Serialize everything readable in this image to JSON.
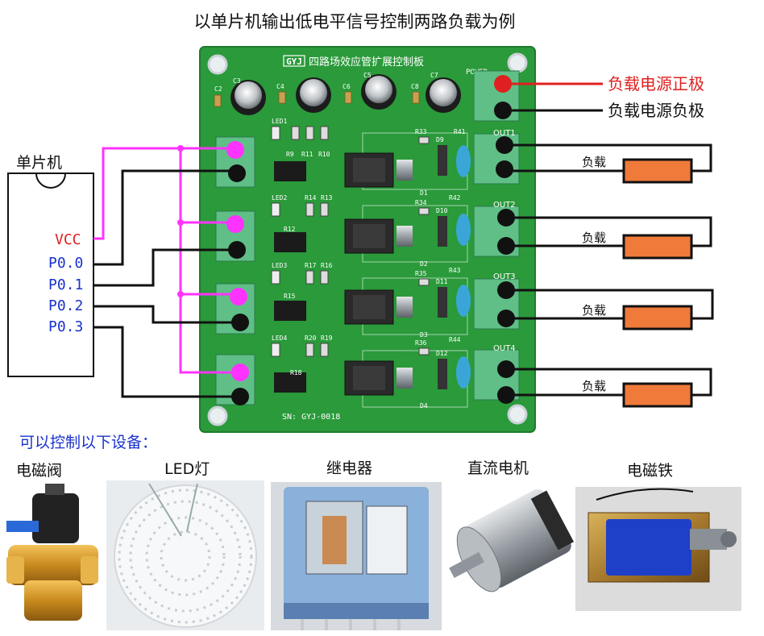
{
  "title": "以单片机输出低电平信号控制两路负载为例",
  "board": {
    "name": "四路场效应管扩展控制板",
    "brand": "GYJ",
    "serial": "SN: GYJ-0018",
    "power_label": "POWER",
    "outputs": [
      "OUT1",
      "OUT2",
      "OUT3",
      "OUT4"
    ],
    "components": {
      "caps": [
        "C2",
        "C3",
        "C4",
        "C5",
        "C6",
        "C7",
        "C8"
      ],
      "leds": [
        "LED1",
        "LED2",
        "LED3",
        "LED4"
      ],
      "resistors_row1": [
        "R9",
        "R11",
        "R10"
      ],
      "resistors_row2": [
        "R14",
        "R13"
      ],
      "resistors_row3": [
        "R17",
        "R16"
      ],
      "resistors_row4": [
        "R20",
        "R19"
      ],
      "opto_res": [
        "R12",
        "R15",
        "R18"
      ],
      "side_res": [
        "R33",
        "R41",
        "R34",
        "R42",
        "R35",
        "R43",
        "R36",
        "R44"
      ],
      "diodes": [
        "D9",
        "D10",
        "D11",
        "D12",
        "D1",
        "D2",
        "D3",
        "D4"
      ]
    }
  },
  "mcu": {
    "label": "单片机",
    "pins": [
      "VCC",
      "P0.0",
      "P0.1",
      "P0.2",
      "P0.3"
    ]
  },
  "power": {
    "positive": "负载电源正极",
    "negative": "负载电源负极"
  },
  "load_label": "负载",
  "devices_heading": "可以控制以下设备：",
  "devices": [
    "电磁阀",
    "LED灯",
    "继电器",
    "直流电机",
    "电磁铁"
  ],
  "colors": {
    "vcc_wire": "#ff33ff",
    "power_positive": "#e02020",
    "pin_label": "#1a33cc",
    "vcc_label": "#e02020",
    "pcb": "#2a9a3a",
    "terminal": "#5fbf86",
    "load": "#f07a3a"
  }
}
